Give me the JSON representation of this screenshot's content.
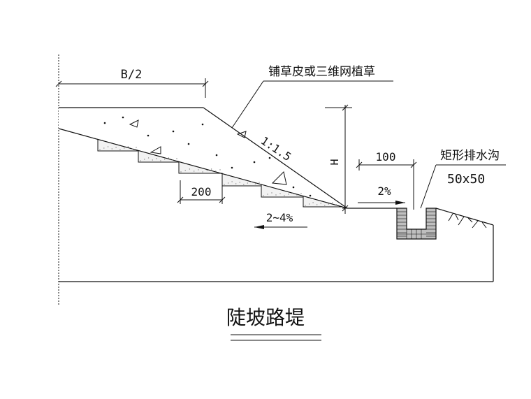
{
  "drawing": {
    "title": "陡坡路堤",
    "labels": {
      "half_width": "B/2",
      "surface_note": "铺草皮或三维网植草",
      "slope_ratio": "1:1.5",
      "height": "H",
      "step_width": "200",
      "step_slope": "2~4%",
      "offset": "100",
      "shoulder_slope": "2%",
      "ditch_name": "矩形排水沟",
      "ditch_size": "50x50"
    },
    "colors": {
      "line": "#111111",
      "hatch": "#888888",
      "brick": "#bfbfbf",
      "background": "#ffffff"
    }
  }
}
